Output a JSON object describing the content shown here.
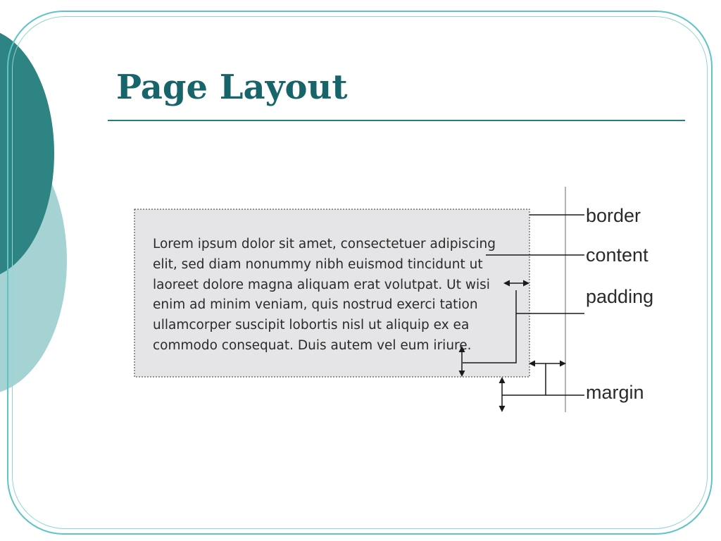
{
  "slide": {
    "title": "Page Layout"
  },
  "diagram": {
    "sample_text": [
      "Lorem ipsum dolor sit amet, consectetuer adipiscing",
      "elit, sed diam nonummy nibh euismod tincidunt ut",
      "laoreet dolore magna aliquam erat volutpat. Ut wisi",
      "enim ad minim veniam, quis nostrud exerci tation",
      "ullamcorper suscipit lobortis nisl ut aliquip ex ea",
      "commodo consequat. Duis autem vel eum iriure."
    ],
    "labels": {
      "border": "border",
      "content": "content",
      "padding": "padding",
      "margin": "margin"
    }
  },
  "colors": {
    "title": "#17656a",
    "rule": "#2b7c7e",
    "frame": "#5fc3c8",
    "circle_dark": "#2d8482",
    "circle_light": "#a5d3d3",
    "box_fill": "#e5e5e7"
  }
}
